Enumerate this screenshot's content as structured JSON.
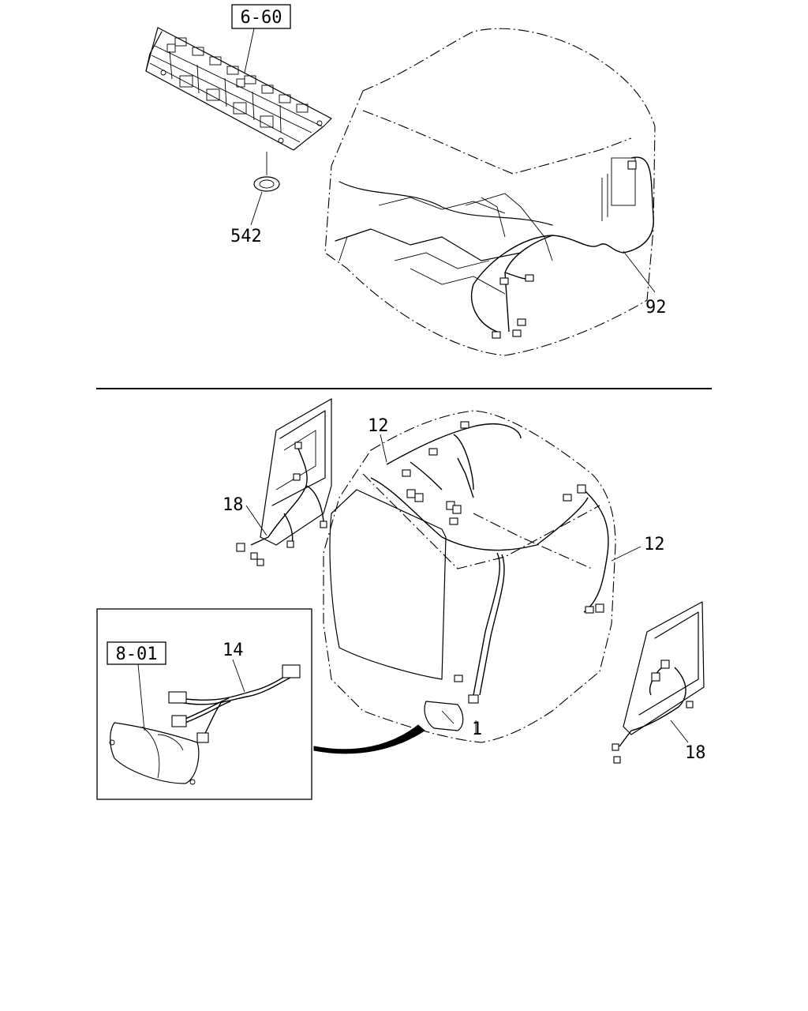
{
  "diagram": {
    "top_section": {
      "ref_box_label": "6-60",
      "callouts": [
        "542",
        "92"
      ]
    },
    "bottom_section": {
      "callouts": [
        "12",
        "12",
        "18",
        "18",
        "14",
        "1"
      ],
      "inset": {
        "ref_box_label": "8-01"
      }
    }
  }
}
